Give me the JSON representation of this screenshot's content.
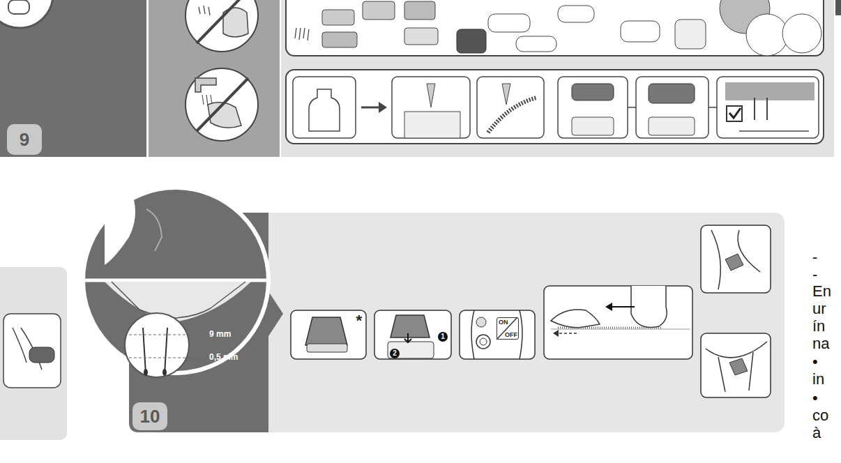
{
  "diagram": {
    "nodes": [
      {
        "text": [
          "9"
        ]
      },
      {
        "text": [
          "10"
        ]
      },
      {
        "text": [
          "*"
        ],
        "in": 1
      },
      {
        "text": [
          "ON",
          "OFF"
        ],
        "in": 1
      }
    ],
    "labels": [
      "9 mm",
      "0,5 mm",
      "2",
      "1",
      "-",
      "-",
      "En",
      "ur",
      "ín",
      "na",
      "•",
      "in",
      "•",
      "co",
      "à"
    ]
  }
}
